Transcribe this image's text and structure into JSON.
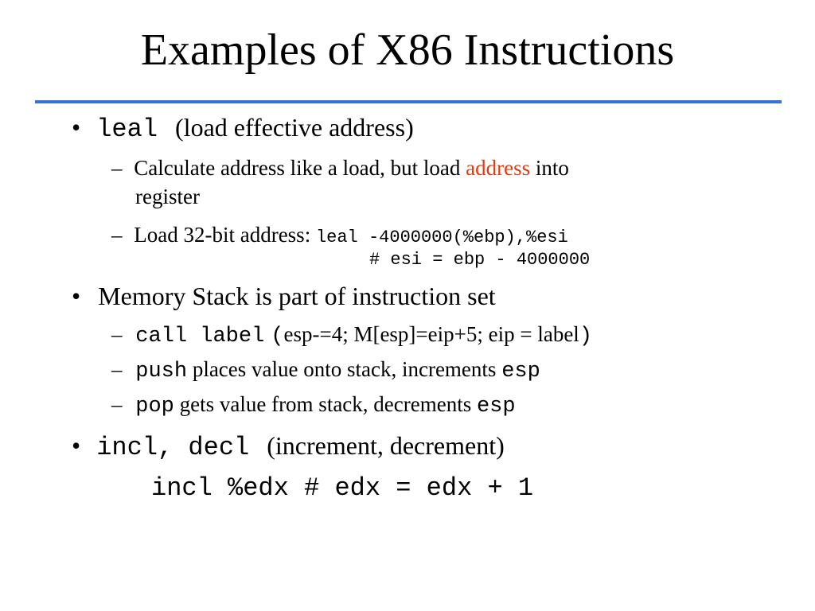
{
  "slide": {
    "title": "Examples of X86 Instructions"
  },
  "bullets": {
    "b1": {
      "code": "leal",
      "text": "(load effective address)",
      "sub1": {
        "pre": "Calculate address like a load, but load ",
        "highlight": "address",
        "post": " into",
        "wrap": "register"
      },
      "sub2": {
        "text": "Load 32-bit address: ",
        "code1": "leal -4000000(%ebp),%esi",
        "code2": "# esi = ebp - 4000000"
      }
    },
    "b2": {
      "text": "Memory Stack is part of instruction set",
      "sub1": {
        "code": "call label",
        "paren_open": "(",
        "text": "esp-=4; M[esp]=eip+5; eip = label",
        "paren_close": ")"
      },
      "sub2": {
        "code": "push",
        "text": " places value onto stack, increments ",
        "code2": "esp"
      },
      "sub3": {
        "code": "pop",
        "text": " gets value from stack, decrements ",
        "code2": "esp"
      }
    },
    "b3": {
      "code": "incl, decl",
      "text": "(increment, decrement)",
      "example": "incl %edx # edx = edx + 1"
    }
  },
  "symbols": {
    "bullet": "•",
    "dash": "–"
  },
  "colors": {
    "rule": "#3a6fe0",
    "highlight": "#e03c10"
  }
}
